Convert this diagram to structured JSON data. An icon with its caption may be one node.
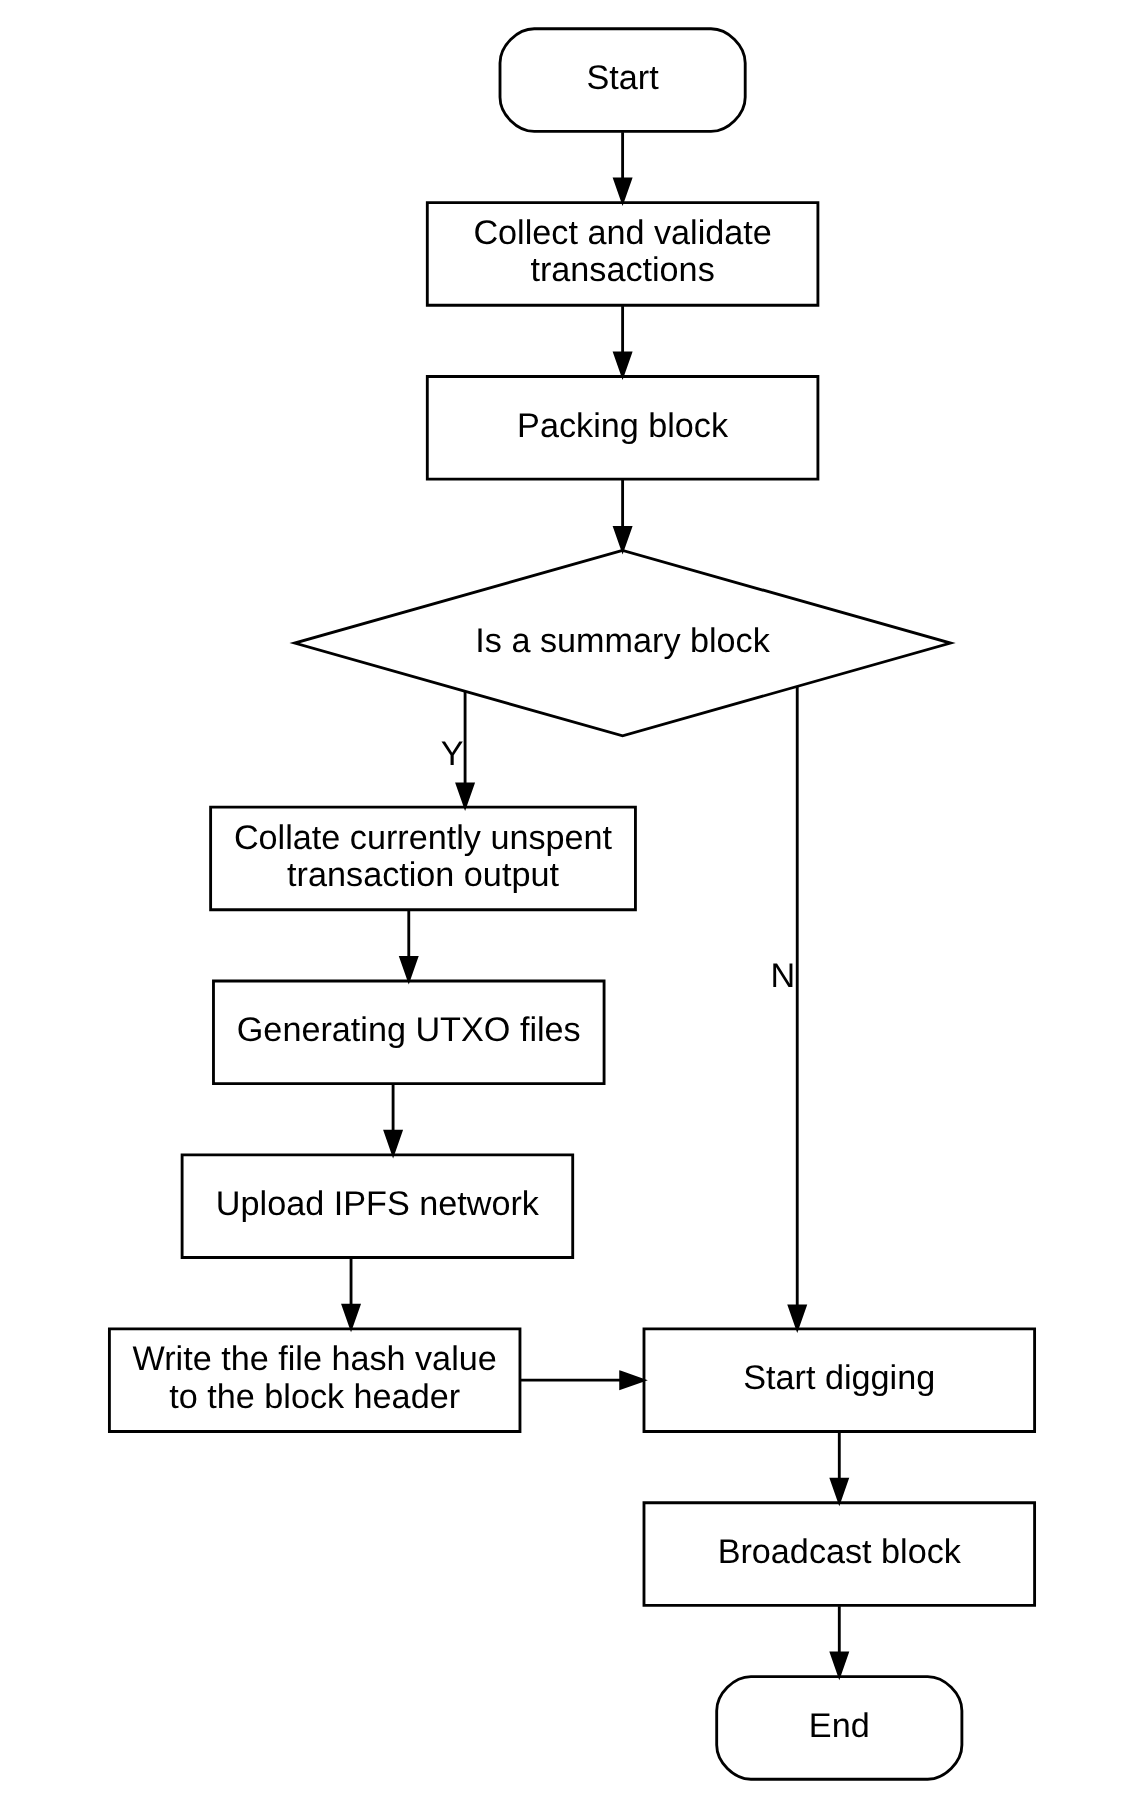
{
  "diagram": {
    "nodes": [
      {
        "text": [
          "Start"
        ]
      },
      {
        "text": [
          "Collect and validate transactions"
        ]
      },
      {
        "text": [
          "Packing block"
        ]
      },
      {
        "text": [
          "Is a summary block"
        ]
      },
      {
        "text": [
          "Collate currently unspent transaction output"
        ]
      },
      {
        "text": [
          "Generating UTXO files"
        ]
      },
      {
        "text": [
          "Upload IPFS network"
        ]
      },
      {
        "text": [
          "Write the file hash value to the block header"
        ]
      },
      {
        "text": [
          "Start digging"
        ]
      },
      {
        "text": [
          "Broadcast block"
        ]
      },
      {
        "text": [
          "End"
        ]
      }
    ],
    "edges": [
      {
        "from": 0,
        "to": 1,
        "arrow": "to"
      },
      {
        "from": 1,
        "to": 2,
        "arrow": "to"
      },
      {
        "from": 2,
        "to": 3,
        "arrow": "to"
      },
      {
        "from": 3,
        "to": 4,
        "arrow": "to",
        "label": "Y"
      },
      {
        "from": 4,
        "to": 5,
        "arrow": "to"
      },
      {
        "from": 5,
        "to": 6,
        "arrow": "to"
      },
      {
        "from": 6,
        "to": 7,
        "arrow": "to"
      },
      {
        "from": 3,
        "to": 8,
        "arrow": "to",
        "label": "N"
      },
      {
        "from": 7,
        "to": 8,
        "arrow": "to"
      },
      {
        "from": 8,
        "to": 9,
        "arrow": "to"
      },
      {
        "from": 9,
        "to": 10,
        "arrow": "to"
      }
    ]
  }
}
